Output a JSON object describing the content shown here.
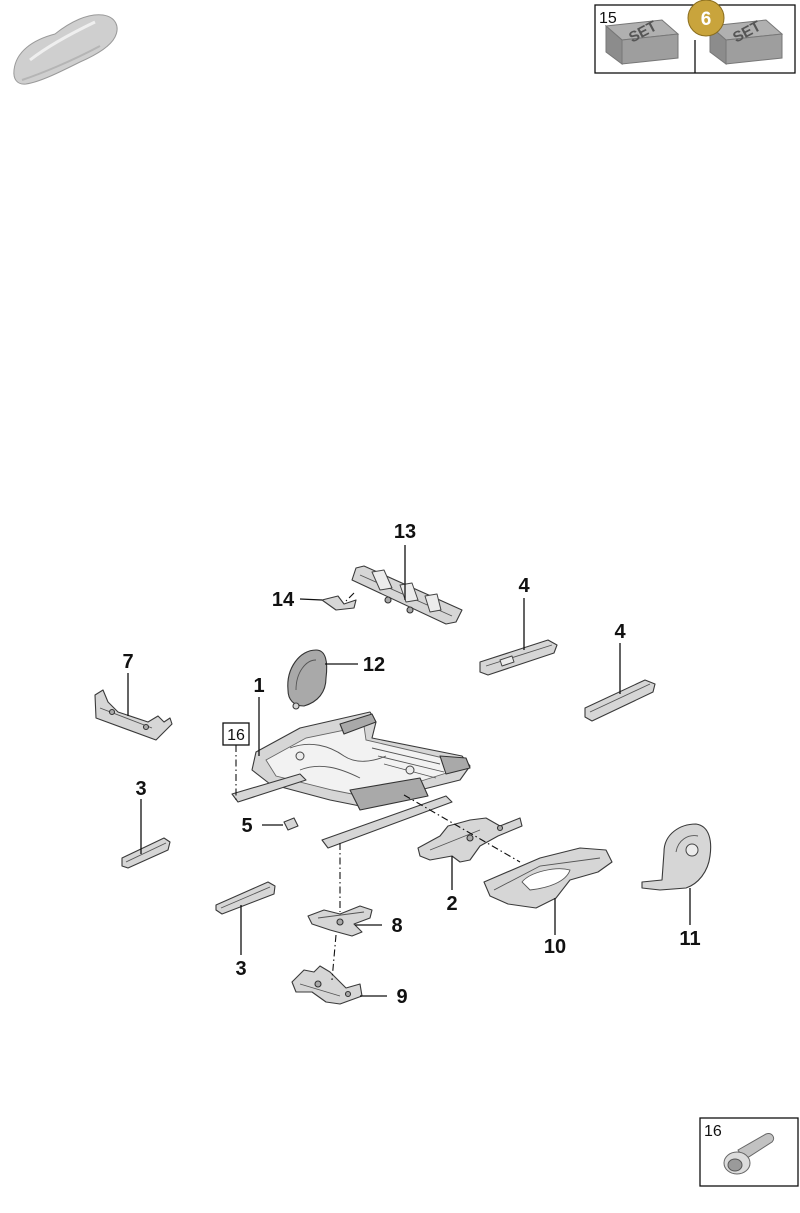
{
  "header": {
    "vehicle_thumbnail_icon": "car-silhouette-icon",
    "set_panel": {
      "ref_number": "15",
      "badge_number": "6",
      "badge_color": "#c9a43c",
      "set_label": "SET"
    }
  },
  "callouts": {
    "c1": "1",
    "c2": "2",
    "c3a": "3",
    "c3b": "3",
    "c4a": "4",
    "c4b": "4",
    "c5": "5",
    "c7": "7",
    "c8": "8",
    "c9": "9",
    "c10": "10",
    "c11": "11",
    "c12": "12",
    "c13": "13",
    "c14": "14",
    "c16_boxed": "16"
  },
  "footer": {
    "bolt_panel": {
      "ref_number": "16",
      "icon": "bolt-icon"
    }
  }
}
